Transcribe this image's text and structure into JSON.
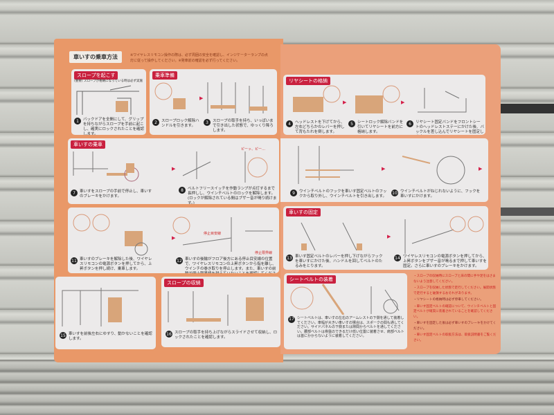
{
  "title": "車いすの乗車方法",
  "intro": "※ワイヤレスリモコン操作の際は、必ず周囲の安全を確認し、インジケーターランプの点灯に従って操作してください。※発車前の確認を必ず行ってください。",
  "sections": {
    "raise_slope": "スロープを起こす",
    "raise_note": "(重要) スロープが格納になっている時は必ず実施",
    "prep": "乗車準備",
    "rear_seat": "リヤシートの格納",
    "boarding": "車いすの乗車",
    "fixing": "車いすの固定",
    "slope_store": "スロープの収納",
    "seatbelt": "シートベルトの装着"
  },
  "steps": [
    {
      "n": "1",
      "text": "バックドアを全開にして、グリップを持ちながらスロープを手前に起こし、確実にロックされたことを確認します。"
    },
    {
      "n": "2",
      "text": "スロープロック解除ハンドルを引きます。"
    },
    {
      "n": "3",
      "text": "スロープの取手を持ち、いっぱいまで引き出した状態で、ゆっくり降ろします。"
    },
    {
      "n": "4",
      "text": "ヘッドレストを下げてから、左右どちらかのレバーを押して背もたれを倒します。"
    },
    {
      "n": "5",
      "text": "シートロック解除バンドを引いてリヤシートを前方に格納します。"
    },
    {
      "n": "6",
      "text": "リヤシート固定バンドをフロントシートのヘッドレストステーにかけた後、バックルを差し込んでリヤシートを固定します。"
    },
    {
      "n": "7",
      "text": "車いすをスロープの手前で停止し、車いすのブレーキをかけます。"
    },
    {
      "n": "8",
      "text": "ベルトフリースイッチを作動ランプが点灯するまで長押しし、ウインチベルトのロックを解除します。(ロックが解除されている間はブザー音が鳴り続けます。)"
    },
    {
      "n": "9",
      "text": "ウインチベルトのフックを車いす固定ベルトのフックから取り外し、ウインチベルトを引き出します。"
    },
    {
      "n": "10",
      "text": "ウインチベルトがねじれないように、フックを車いすにかけます。"
    },
    {
      "n": "11",
      "text": "車いすのブレーキを解除した後、ワイヤレスリモコンの電源ボタンを押してから、上昇ボタンを押し続け、乗車します。"
    },
    {
      "n": "12",
      "text": "車いすの後輪がフロア後方にある停止目安線の位置で、ワイヤレスリモコンの上昇ボタンから指を離し、ウインチの巻き取りを停止します。また、車いすの前輪が停止限界線を越えていないことを確認してください。"
    },
    {
      "n": "13",
      "text": "車いす固定ベルトのレバーを押し下げながらフックを車いすにかけた後、ハンドルを回してベルトのたるみをとります。"
    },
    {
      "n": "14",
      "text": "ワイヤレスリモコンの電源ボタンを押してから、上昇ボタンをブザー音が鳴るまで押して車いすを固定。さらに車いすのブレーキをかけます。"
    },
    {
      "n": "15",
      "text": "車いすを前後左右にゆすり、動かないことを確認します。"
    },
    {
      "n": "16",
      "text": "スロープの取手を持ち上げながらスライドさせて収納し、ロックされたことを確認します。"
    },
    {
      "n": "17",
      "text": "シートベルトは、車いすの左右のアームレストの下側を通して装着してください。車幅が大きい車いすの場合は、スポークの間も通してください。サイドパネルの下側または隙間からベルトを通してください。腰部ベルトは骨盤のできるだけ低い位置に装着させ、肩部ベルトは首にかからないように装着してください。"
    }
  ],
  "labels": {
    "stop_guide": "停止目安線",
    "stop_limit": "停止限界線",
    "buzzer": "ピーッ、ピー…"
  },
  "notes": [
    "・スロープの収納時にスロープと床の間に手や足をはさまないよう注意してください。",
    "・スロープを収納した状態で走行してください。展開状態で走行すると破損するおそれがあります。",
    "・リヤシートの格納時は必ず停車してください。",
    "・車いす固定ベルトの確認について、ウインチベルトと固定ベルトが確実に装着されていることを確認してください。",
    "・車いすを固定した後は必ず車いすのブレーキをかけてください。",
    "・車いす固定ベルトの取扱方法は、取扱説明書をご覧ください。"
  ]
}
